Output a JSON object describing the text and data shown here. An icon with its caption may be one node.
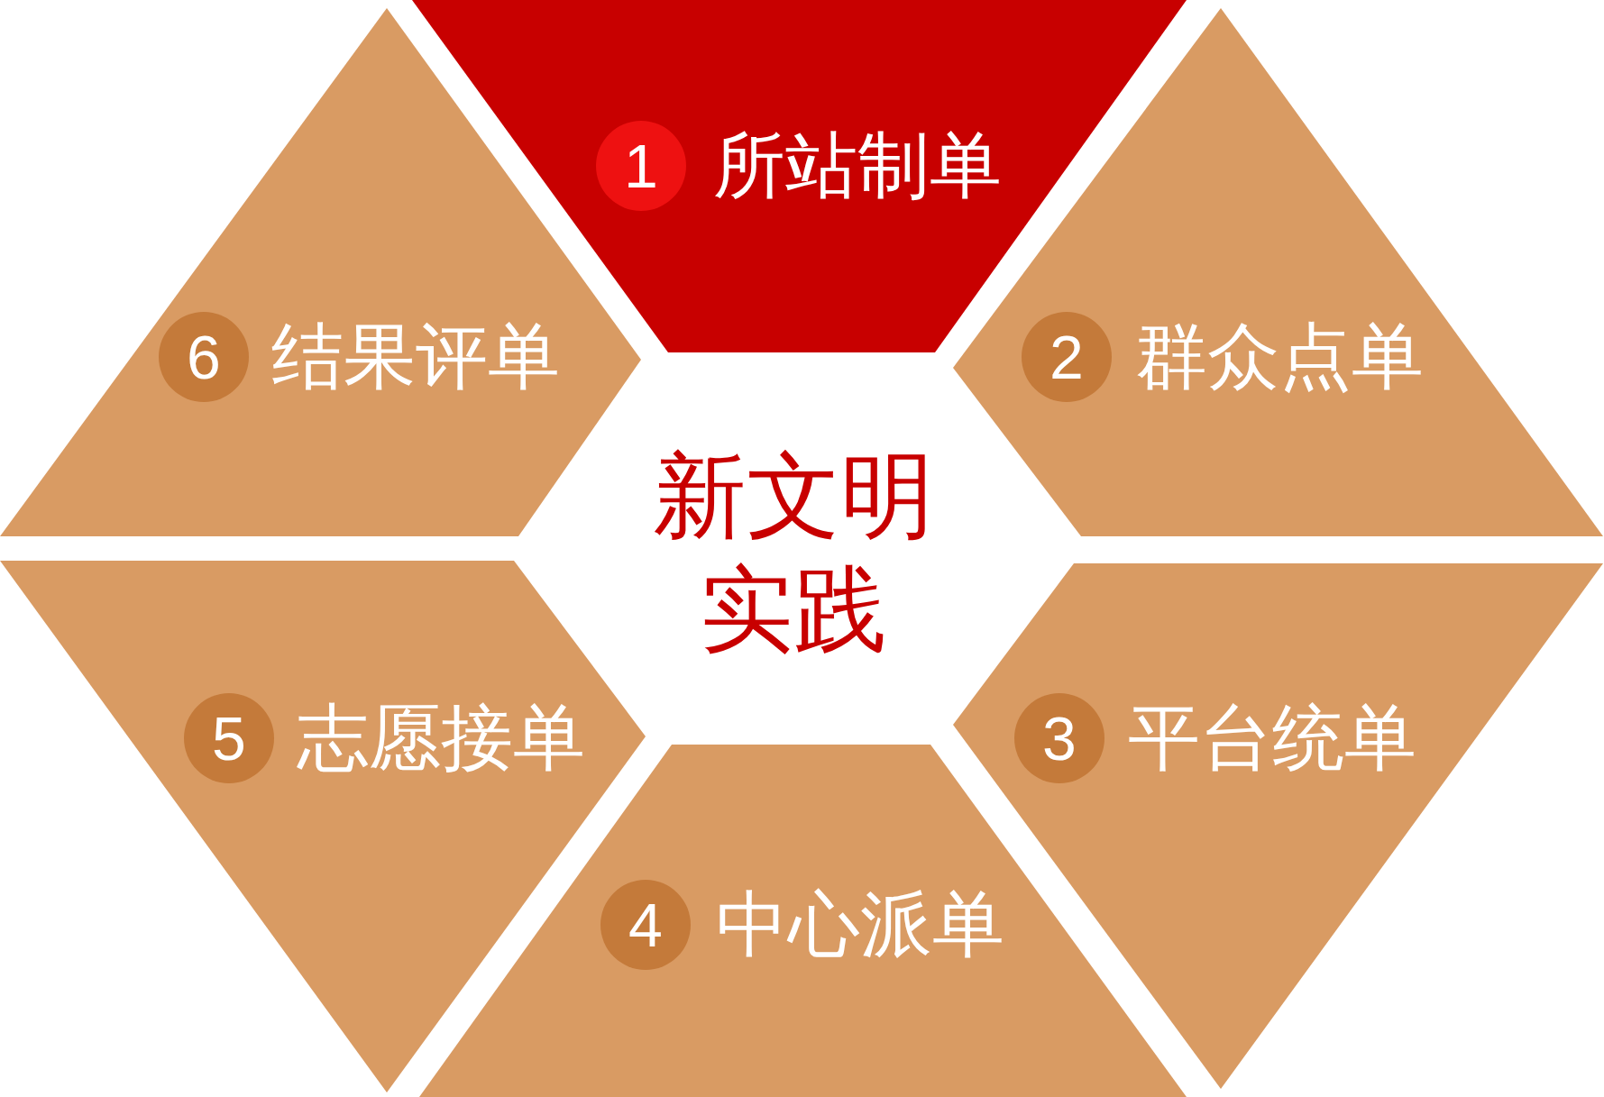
{
  "diagram": {
    "nodes": [
      {
        "text": [
          "所站制单"
        ]
      },
      {
        "text": [
          "1"
        ],
        "in": 0
      },
      {
        "text": [
          "结果评单"
        ]
      },
      {
        "text": [
          "6"
        ],
        "in": 2
      },
      {
        "text": [
          "群众点单"
        ]
      },
      {
        "text": [
          "2"
        ],
        "in": 4
      },
      {
        "text": [
          "志愿接单"
        ]
      },
      {
        "text": [
          "5"
        ],
        "in": 6
      },
      {
        "text": [
          "平台统单"
        ]
      },
      {
        "text": [
          "3"
        ],
        "in": 8
      },
      {
        "text": [
          "中心派单"
        ]
      },
      {
        "text": [
          "4"
        ],
        "in": 10
      }
    ],
    "labels": [
      "新文明实践"
    ]
  }
}
